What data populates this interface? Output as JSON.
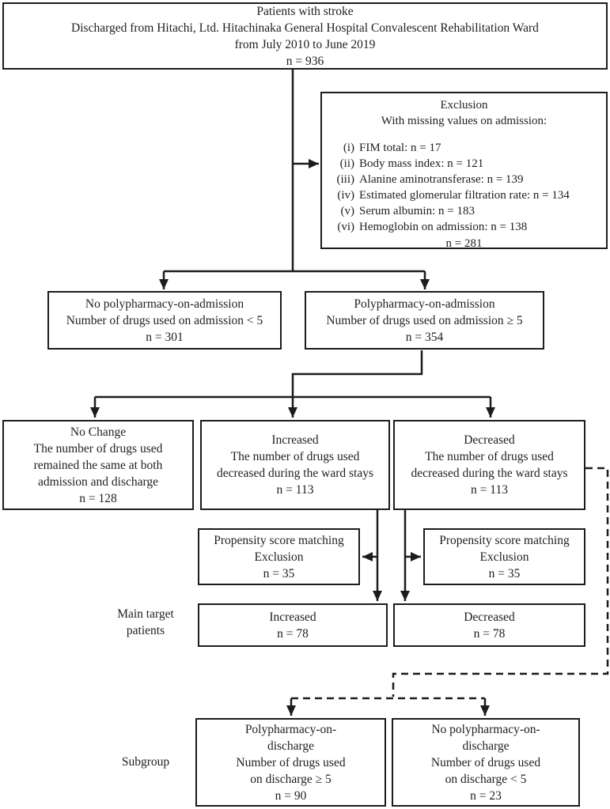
{
  "figure": {
    "background_color": "#ffffff",
    "line_color": "#1c1c1c",
    "text_color": "#1f1f1f"
  },
  "boxes": {
    "patients": {
      "lines": [
        "Patients with stroke",
        "Discharged from Hitachi, Ltd. Hitachinaka General Hospital Convalescent Rehabilitation Ward",
        "from July 2010 to June 2019",
        "n = 936"
      ]
    },
    "exclusion": {
      "title": "Exclusion",
      "subtitle": "With missing values on admission:",
      "items": [
        {
          "num": "(i)",
          "text": "FIM total: n = 17"
        },
        {
          "num": "(ii)",
          "text": "Body mass index: n = 121"
        },
        {
          "num": "(iii)",
          "text": "Alanine aminotransferase: n = 139"
        },
        {
          "num": "(iv)",
          "text": "Estimated glomerular filtration rate: n = 134"
        },
        {
          "num": "(v)",
          "text": "Serum albumin: n = 183"
        },
        {
          "num": "(vi)",
          "text": "Hemoglobin on admission: n = 138"
        }
      ],
      "total": "n = 281"
    },
    "no_polypharmacy_admission": {
      "lines": [
        "No polypharmacy-on-admission",
        "Number of drugs used on admission < 5",
        "n = 301"
      ]
    },
    "polypharmacy_admission": {
      "lines": [
        "Polypharmacy-on-admission",
        "Number of drugs used on admission ≥ 5",
        "n = 354"
      ]
    },
    "no_change": {
      "lines": [
        "No Change",
        "The number of drugs used",
        "remained the same at both",
        "admission and discharge",
        "n = 128"
      ]
    },
    "increased": {
      "lines": [
        "Increased",
        "The number of drugs used",
        "decreased during the ward stays",
        "n = 113"
      ]
    },
    "decreased": {
      "lines": [
        "Decreased",
        "The number of drugs used",
        "decreased during the ward stays",
        "n = 113"
      ]
    },
    "psm_left": {
      "lines": [
        "Propensity score matching",
        "Exclusion",
        "n = 35"
      ]
    },
    "psm_right": {
      "lines": [
        "Propensity score matching",
        "Exclusion",
        "n = 35"
      ]
    },
    "main_increased": {
      "lines": [
        "Increased",
        "n = 78"
      ]
    },
    "main_decreased": {
      "lines": [
        "Decreased",
        "n = 78"
      ]
    },
    "subgroup_polypharmacy": {
      "lines": [
        "Polypharmacy-on-",
        "discharge",
        "Number of drugs used",
        "on discharge ≥ 5",
        "n = 90"
      ]
    },
    "subgroup_no_polypharmacy": {
      "lines": [
        "No polypharmacy-on-",
        "discharge",
        "Number of drugs used",
        "on discharge < 5",
        "n = 23"
      ]
    }
  },
  "labels": {
    "main_target_line1": "Main target",
    "main_target_line2": "patients",
    "subgroup": "Subgroup"
  }
}
